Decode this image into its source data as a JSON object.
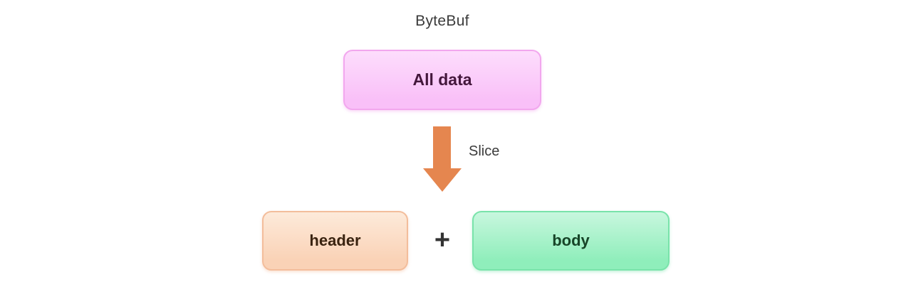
{
  "diagram": {
    "title": "ByteBuf",
    "source_box": {
      "label": "All data"
    },
    "arrow": {
      "label": "Slice"
    },
    "result_row": {
      "header_box": {
        "label": "header"
      },
      "operator": "+",
      "body_box": {
        "label": "body"
      }
    }
  },
  "colors": {
    "background": "#ffffff",
    "text_muted": "#3b3b3b",
    "arrow_orange": "#e5864f",
    "pink_fill_top": "#fdddfc",
    "pink_fill_bottom": "#f9c0f8",
    "pink_border": "#f2a7ee",
    "pink_text": "#44173c",
    "peach_fill_top": "#fdeada",
    "peach_fill_bottom": "#fad2b6",
    "peach_border": "#f3bd9b",
    "peach_text": "#3a2310",
    "green_fill_top": "#c8f7de",
    "green_fill_bottom": "#8feebb",
    "green_border": "#79e3aa",
    "green_text": "#174428",
    "plus_color": "#333333"
  }
}
